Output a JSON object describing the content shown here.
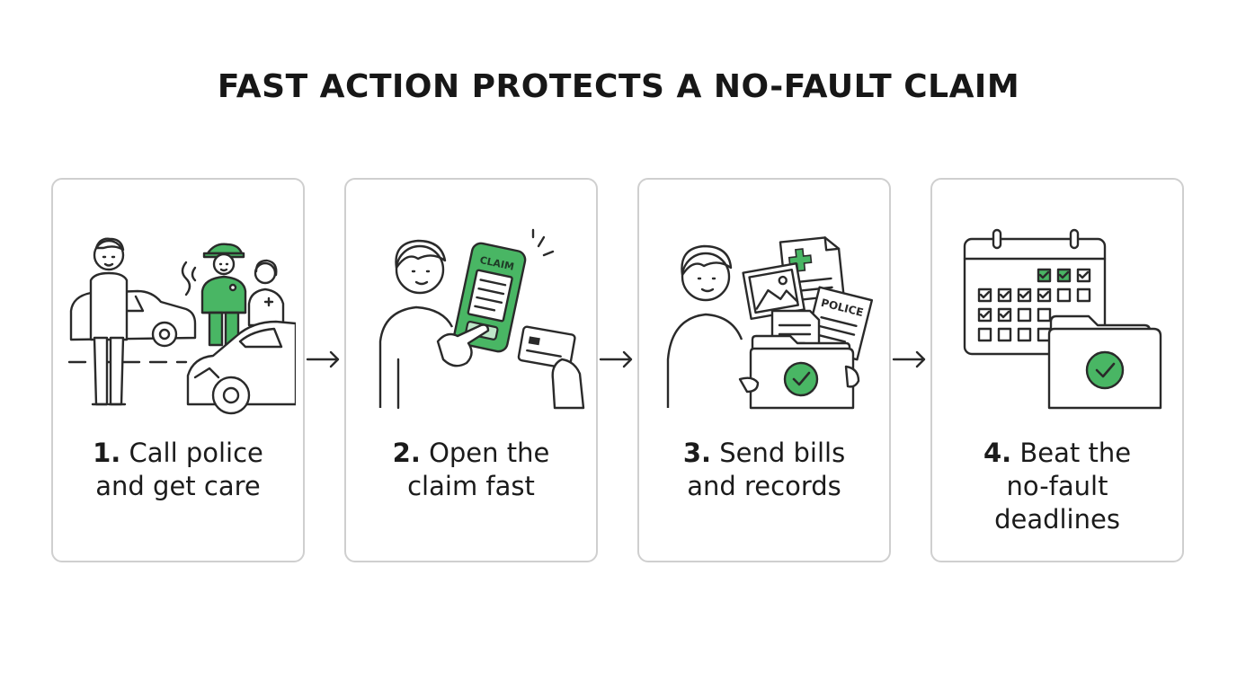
{
  "title": "FAST ACTION PROTECTS A NO-FAULT CLAIM",
  "steps": [
    {
      "number": "1.",
      "line1": "Call police",
      "line2": "and get care",
      "line3": "",
      "icon": "accident-scene-icon"
    },
    {
      "number": "2.",
      "line1": "Open the",
      "line2": "claim fast",
      "line3": "",
      "icon": "phone-claim-icon",
      "phone_text": "CLAIM"
    },
    {
      "number": "3.",
      "line1": "Send bills",
      "line2": "and records",
      "line3": "",
      "icon": "documents-folder-icon",
      "doc_text": "POLICE"
    },
    {
      "number": "4.",
      "line1": "Beat the",
      "line2": "no-fault",
      "line3": "deadlines",
      "icon": "calendar-deadline-icon"
    }
  ],
  "colors": {
    "accent": "#49b664",
    "accent_light": "#bfe7c9",
    "border": "#cfcfcf",
    "text": "#1b1b1b"
  }
}
